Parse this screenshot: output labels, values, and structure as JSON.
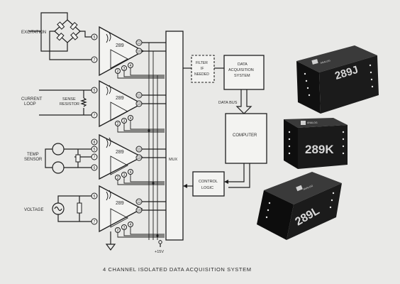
{
  "caption": "4 CHANNEL ISOLATED DATA ACQUISITION SYSTEM",
  "labels": {
    "excitation": "EXCITATION",
    "current_loop": [
      "CURRENT",
      "LOOP"
    ],
    "sense_resistor": [
      "SENSE",
      "RESISTOR"
    ],
    "temp_sensor": [
      "TEMP",
      "SENSOR"
    ],
    "voltage": "VOLTAGE",
    "mux": "MUX",
    "filter": [
      "FILTER",
      "IF",
      "NEEDED"
    ],
    "das": [
      "DATA",
      "ACQUISITION",
      "SYSTEM"
    ],
    "data_bus": "DATA BUS",
    "computer": "COMPUTER",
    "control": [
      "CONTROL",
      "LOGIC"
    ],
    "supply": "+15V"
  },
  "amplifiers": [
    {
      "label": "289"
    },
    {
      "label": "289"
    },
    {
      "label": "289"
    },
    {
      "label": "289"
    }
  ],
  "pins": {
    "bridge_in": [
      "5",
      "7"
    ],
    "out": [
      "10",
      "11"
    ],
    "row": [
      "2",
      "3",
      "4"
    ],
    "temp_in": [
      "8",
      "5",
      "7",
      "6"
    ]
  },
  "modules": [
    {
      "name": "289J",
      "brand": [
        "ANALOG",
        "DEVICES"
      ]
    },
    {
      "name": "289K",
      "brand": [
        "ANALOG",
        "DEVICES"
      ]
    },
    {
      "name": "289L",
      "brand": [
        "ANALOG",
        "DEVICES"
      ]
    }
  ]
}
